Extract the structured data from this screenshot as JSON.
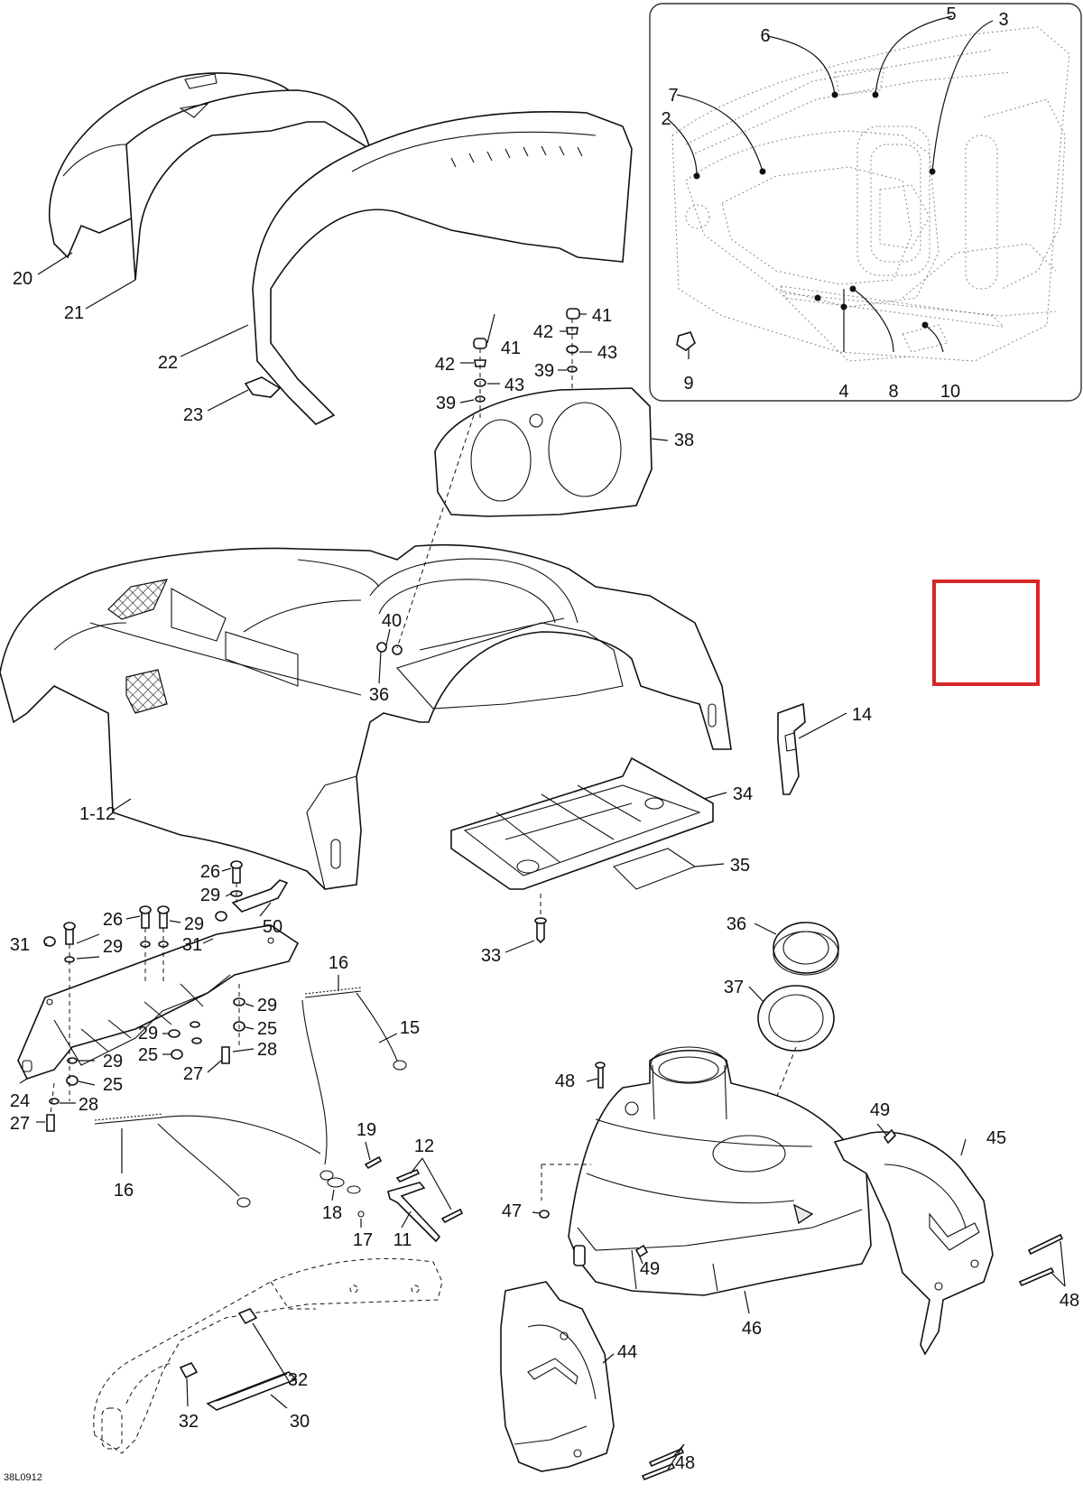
{
  "drawing_code": "38L0912",
  "highlight_color": "#d62728",
  "labels": {
    "l1_12": "1-12",
    "l2": "2",
    "l3": "3",
    "l4": "4",
    "l5": "5",
    "l6": "6",
    "l7": "7",
    "l8": "8",
    "l9": "9",
    "l10": "10",
    "l11": "11",
    "l12": "12",
    "l14": "14",
    "l15": "15",
    "l16": "16",
    "l17": "17",
    "l18": "18",
    "l19": "19",
    "l20": "20",
    "l21": "21",
    "l22": "22",
    "l23": "23",
    "l24": "24",
    "l25": "25",
    "l26": "26",
    "l27": "27",
    "l28": "28",
    "l29": "29",
    "l30": "30",
    "l31": "31",
    "l32": "32",
    "l33": "33",
    "l34": "34",
    "l35": "35",
    "l36": "36",
    "l37": "37",
    "l38": "38",
    "l39": "39",
    "l40": "40",
    "l41": "41",
    "l42": "42",
    "l43": "43",
    "l44": "44",
    "l45": "45",
    "l46": "46",
    "l47": "47",
    "l48": "48",
    "l49": "49",
    "l50": "50"
  }
}
